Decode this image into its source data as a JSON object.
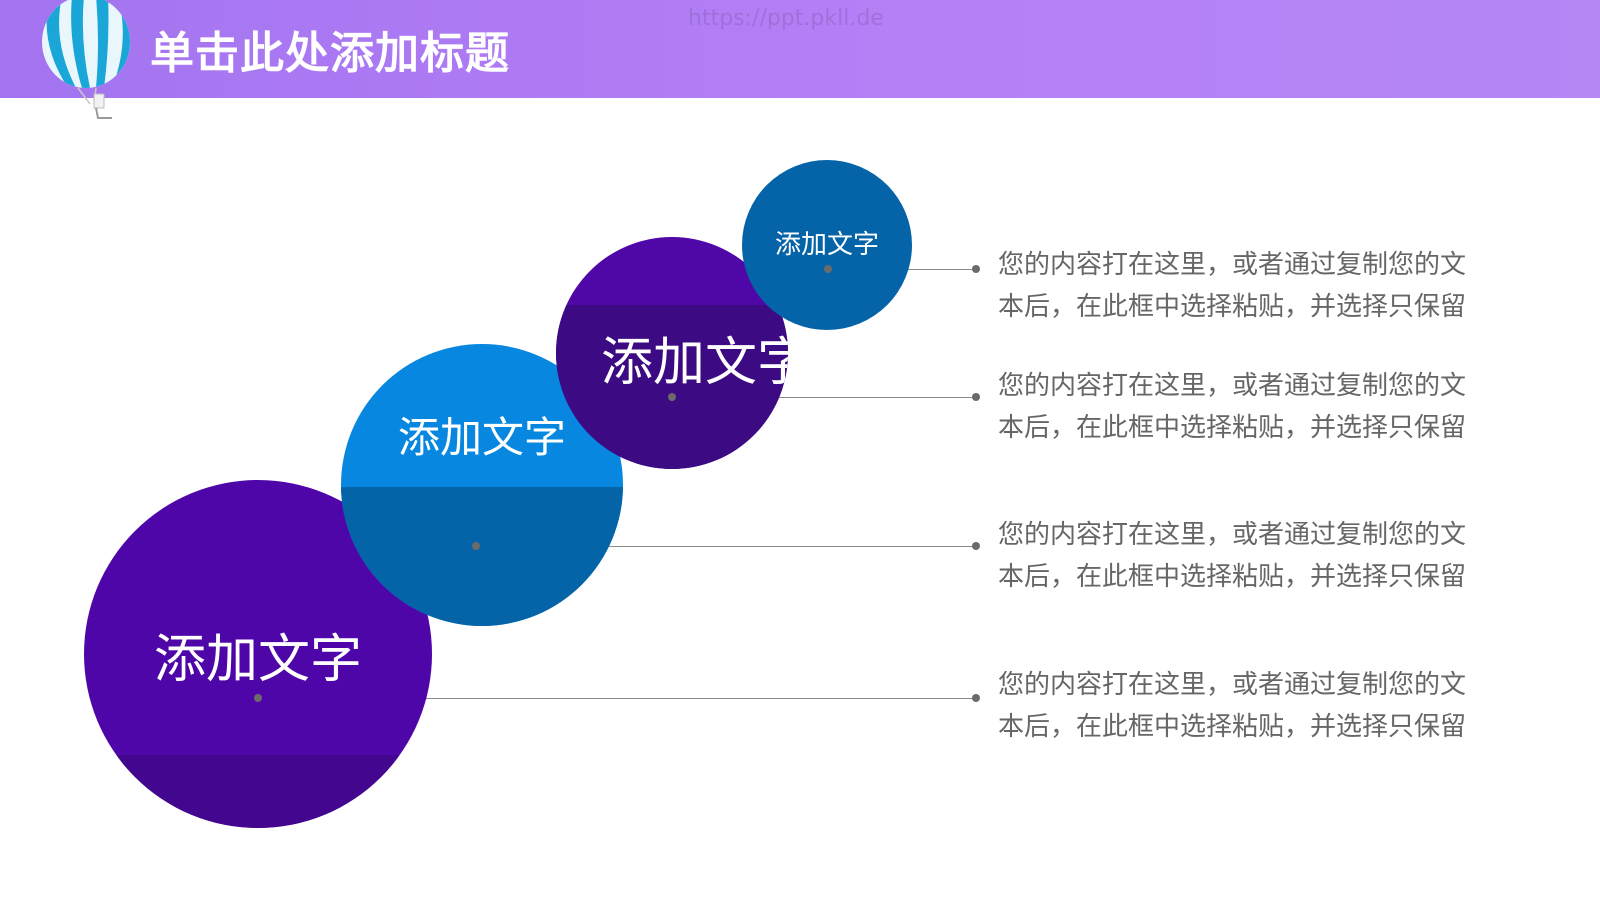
{
  "header": {
    "title": "单击此处添加标题",
    "watermark": "https://ppt.pkll.de"
  },
  "circles": [
    {
      "label": "添加文字",
      "color": "#4e06a8"
    },
    {
      "label": "添加文字",
      "color": "#0787df"
    },
    {
      "label": "添加文字",
      "color": "#5007a8"
    },
    {
      "label": "添加文字",
      "color": "#0563a8"
    }
  ],
  "items": [
    {
      "text": "您的内容打在这里，或者通过复制您的文本后，在此框中选择粘贴，并选择只保留"
    },
    {
      "text": "您的内容打在这里，或者通过复制您的文本后，在此框中选择粘贴，并选择只保留"
    },
    {
      "text": "您的内容打在这里，或者通过复制您的文本后，在此框中选择粘贴，并选择只保留"
    },
    {
      "text": "您的内容打在这里，或者通过复制您的文本后，在此框中选择粘贴，并选择只保留"
    }
  ],
  "colors": {
    "header_gradient_start": "#a374f0",
    "header_gradient_end": "#b487f5",
    "purple": "#4e06a8",
    "blue": "#0787df",
    "dark_blue": "#0563a8"
  }
}
